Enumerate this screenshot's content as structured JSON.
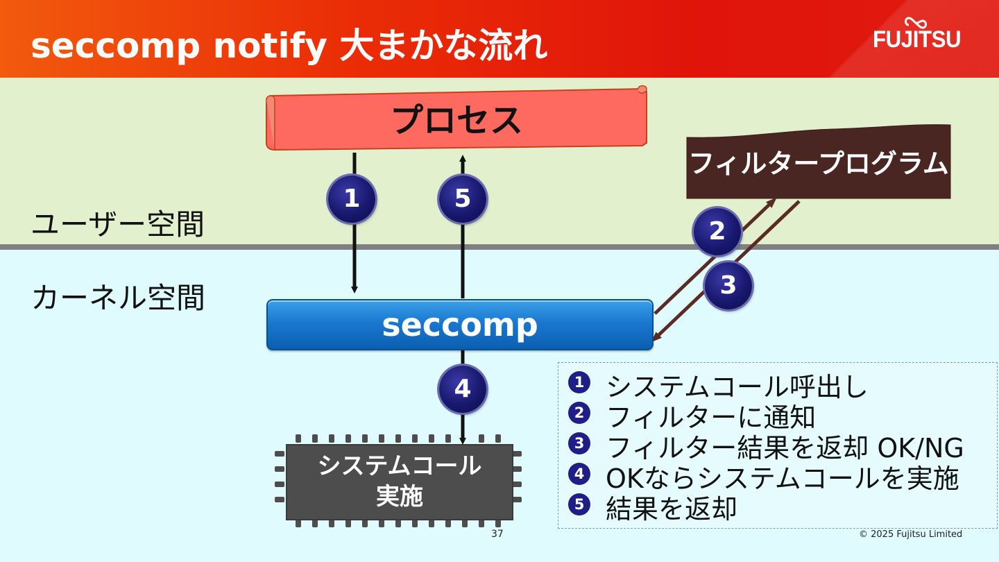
{
  "header": {
    "title": "seccomp notify 大まかな流れ",
    "logo": "FUJITSU"
  },
  "spaces": {
    "user": "ユーザー空間",
    "kernel": "カーネル空間"
  },
  "diagram": {
    "process": "プロセス",
    "filter_program": "フィルタープログラム",
    "seccomp": "seccomp",
    "syscall_line1": "システムコール",
    "syscall_line2": "実施",
    "badges": [
      "1",
      "2",
      "3",
      "4",
      "5"
    ]
  },
  "legend": {
    "items": [
      {
        "num": "1",
        "text": "システムコール呼出し"
      },
      {
        "num": "2",
        "text": "フィルターに通知"
      },
      {
        "num": "3",
        "text": "フィルター結果を返却 OK/NG"
      },
      {
        "num": "4",
        "text": "OKならシステムコールを実施"
      },
      {
        "num": "5",
        "text": "結果を返却"
      }
    ]
  },
  "footer": {
    "page_number": "37",
    "copyright": "© 2025 Fujitsu Limited"
  },
  "colors": {
    "header_red": "#e0140a",
    "user_space_bg": "#e2f0cd",
    "kernel_space_bg": "#dffbfe",
    "process_fill": "#ff6a60",
    "filter_fill": "#4a2622",
    "seccomp_blue": "#1a78cf",
    "badge_navy": "#18186e",
    "arrow_brown": "#5a2a24"
  }
}
